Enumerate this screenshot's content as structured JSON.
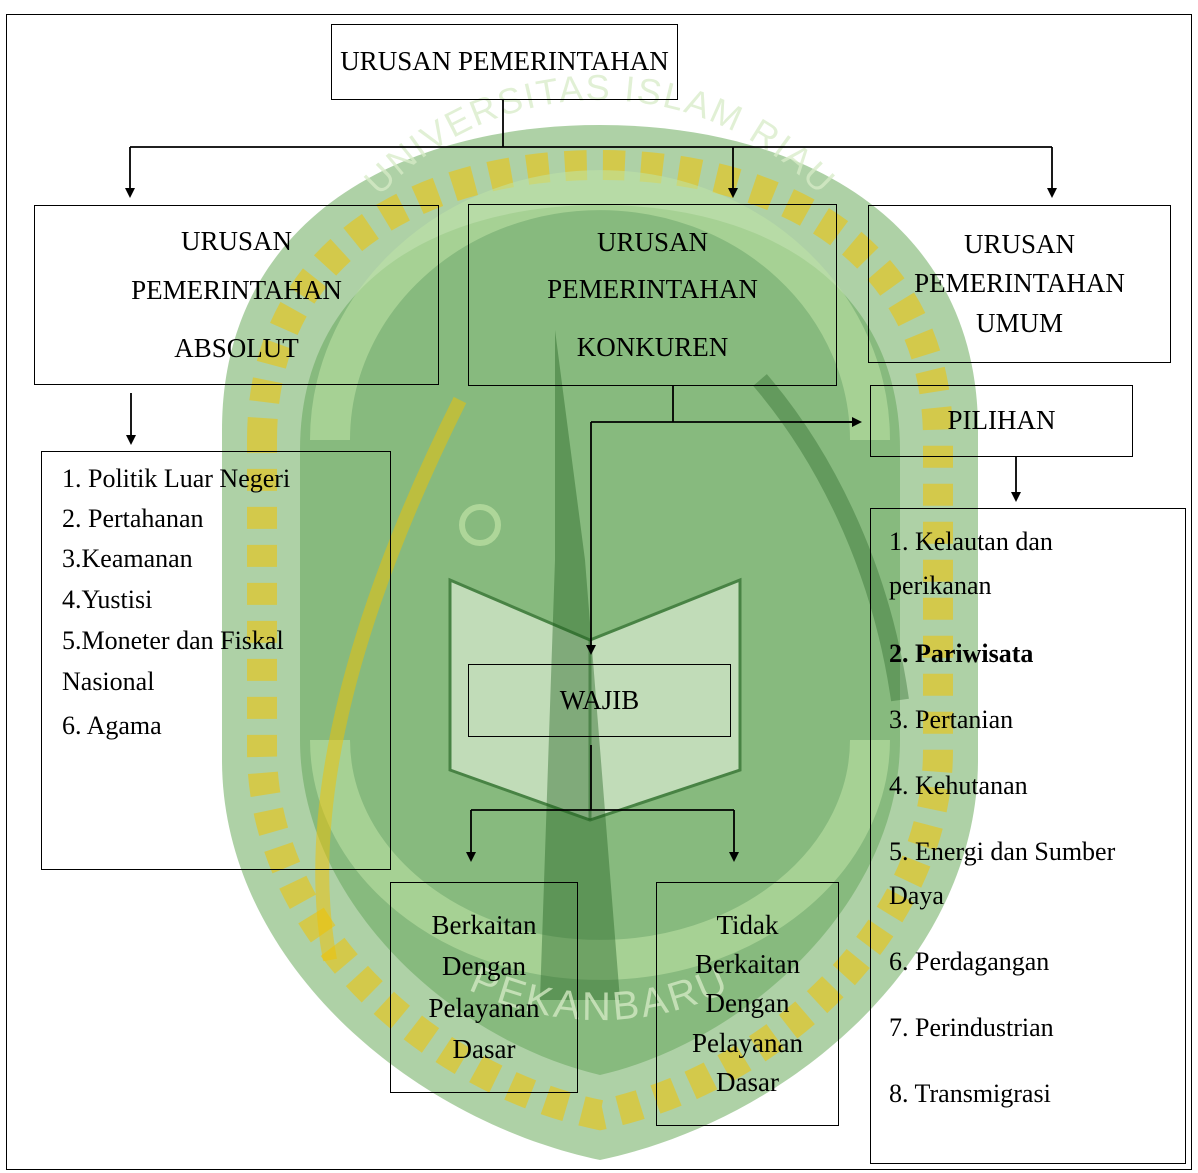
{
  "watermark": {
    "arc_top_text": "UNIVERSITAS ISLAM RIAU",
    "arc_bottom_text": "PEKANBARU",
    "colors": {
      "green": "#2e8b2e",
      "yellow": "#f2c200",
      "white": "#ffffff"
    }
  },
  "diagram": {
    "root": "URUSAN PEMERINTAHAN",
    "absolut": {
      "line1": "URUSAN",
      "line2": "PEMERINTAHAN",
      "line3": "ABSOLUT"
    },
    "konkuren": {
      "line1": "URUSAN",
      "line2": "PEMERINTAHAN",
      "line3": "KONKUREN"
    },
    "umum": {
      "line1": "URUSAN",
      "line2": "PEMERINTAHAN",
      "line3": "UMUM"
    },
    "pilihan": "PILIHAN",
    "wajib": "WAJIB",
    "absolut_list": [
      "1. Politik Luar Negeri",
      "2. Pertahanan",
      "3.Keamanan",
      "4.Yustisi",
      "5.Moneter dan Fiskal",
      "Nasional",
      "6. Agama"
    ],
    "pilihan_list": [
      "1. Kelautan dan",
      "perikanan",
      "2. Pariwisata",
      "3. Pertanian",
      "4. Kehutanan",
      "5. Energi dan Sumber",
      "Daya",
      "6. Perdagangan",
      "7. Perindustrian",
      "8. Transmigrasi"
    ],
    "berkaitan": {
      "line1": "Berkaitan",
      "line2": "Dengan",
      "line3": "Pelayanan",
      "line4": "Dasar"
    },
    "tidak_berkaitan": {
      "line1": "Tidak",
      "line2": "Berkaitan",
      "line3": "Dengan",
      "line4": "Pelayanan",
      "line5": "Dasar"
    }
  }
}
